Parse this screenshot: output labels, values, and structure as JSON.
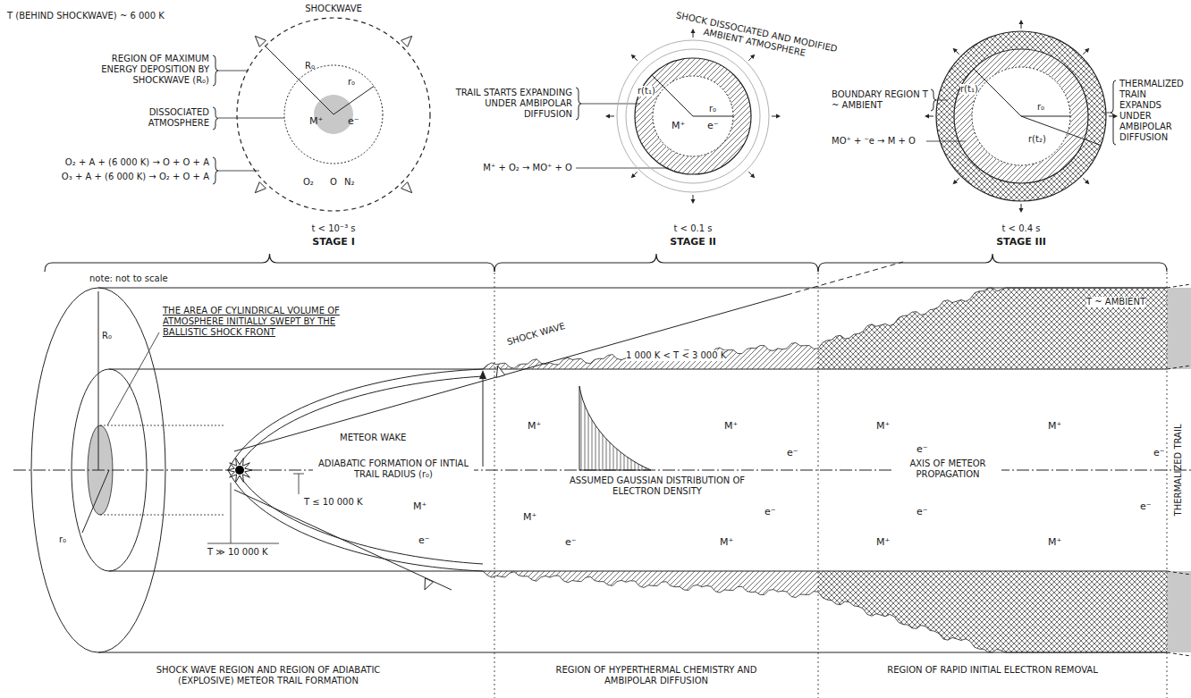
{
  "diagram": {
    "nodes": [
      {
        "text": [
          "SHOCKWAVE",
          "R₀",
          "r₀",
          "M⁺",
          "e⁻",
          "O₂",
          "O",
          "N₂"
        ]
      },
      {
        "text": [
          "SHOCK DISSOCIATED AND MODIFIED AMBIENT ATMOSPHERE",
          "r(t₁)",
          "r₀",
          "M⁺",
          "e⁻"
        ]
      },
      {
        "text": [
          "r(t₁)",
          "r₀",
          "r(t₂)"
        ]
      }
    ],
    "labels": [
      "T (BEHIND SHOCKWAVE) ~ 6 000 K",
      "REGION OF MAXIMUM ENERGY DEPOSITION BY SHOCKWAVE (R₀)",
      "DISSOCIATED ATMOSPHERE",
      "O₂ + A + (6 000 K) → O + O + A",
      "O₃ + A + (6 000 K) → O₂ + O + A",
      "t < 10⁻³ s",
      "STAGE I",
      "TRAIL STARTS EXPANDING UNDER AMBIPOLAR DIFFUSION",
      "M⁺ + O₂ → MO⁺ + O",
      "t < 0.1 s",
      "STAGE II",
      "BOUNDARY REGION T ~ AMBIENT",
      "MO⁺ + ⁻e → M + O",
      "THERMALIZED TRAIN EXPANDS UNDER AMBIPOLAR DIFFUSION",
      "t < 0.4 s",
      "STAGE III",
      "note: not to scale",
      "R₀",
      "r₀",
      "THE AREA OF CYLINDRICAL VOLUME OF ATMOSPHERE INITIALLY SWEPT BY THE BALLISTIC SHOCK FRONT",
      "SHOCK WAVE",
      "METEOR WAKE",
      "ADIABATIC FORMATION OF INTIAL TRAIL RADIUS (r₀)",
      "T ≤ 10 000 K",
      "T ≫ 10 000 K",
      "1 000 K < T < 3 000 K",
      "ASSUMED GAUSSIAN DISTRIBUTION OF ELECTRON DENSITY",
      "AXIS OF METEOR PROPAGATION",
      "T ~ AMBIENT",
      "THERMALIZED TRAIL",
      "SHOCK WAVE REGION AND REGION OF ADIABATIC (EXPLOSIVE) METEOR TRAIL FORMATION",
      "REGION OF HYPERTHERMAL CHEMISTRY AND AMBIPOLAR DIFFUSION",
      "REGION OF RAPID INITIAL ELECTRON REMOVAL",
      "M⁺",
      "e⁻",
      "M⁺",
      "M⁺",
      "e⁻",
      "M⁺",
      "e⁻",
      "e⁻",
      "M⁺",
      "M⁺",
      "e⁻",
      "M⁺",
      "e⁻",
      "e⁻",
      "M⁺",
      "e⁻",
      "M⁺"
    ]
  }
}
